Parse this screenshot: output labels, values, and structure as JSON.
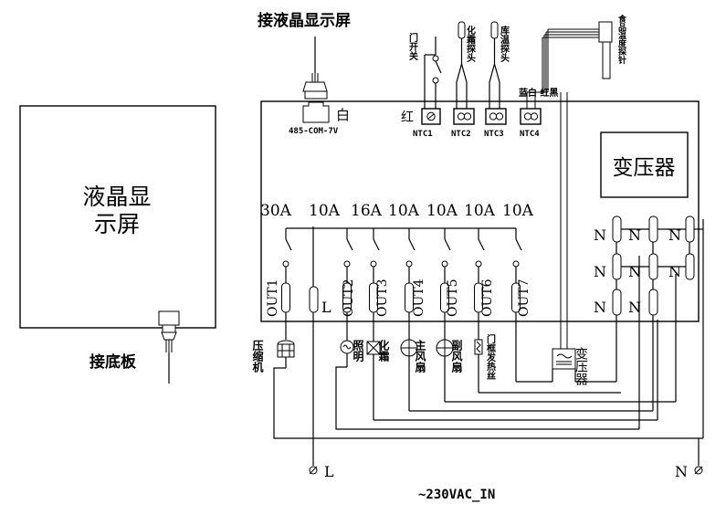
{
  "labels": {
    "lcd_connect": "接液晶显示屏",
    "lcd_line1": "液晶显",
    "lcd_line2": "示屏",
    "board_connect": "接底板",
    "com_port": "485-COM-7V",
    "white_wire": "白",
    "red_wire": "红",
    "door_switch": "门开关",
    "defrost_probe": "化霜探头",
    "room_probe": "库温探头",
    "food_probe": "食品温度探针",
    "ntc4_wires": "蓝白 红黑",
    "transformer_box": "变压器",
    "transformer_load": "变压器",
    "mains": "~230VAC_IN",
    "L_term": "L",
    "N_term": "N",
    "L_inner": "L"
  },
  "ntc": [
    "NTC1",
    "NTC2",
    "NTC3",
    "NTC4"
  ],
  "ratings": [
    "30A",
    "10A",
    "16A",
    "10A",
    "10A",
    "10A",
    "10A"
  ],
  "outputs": [
    "OUT1",
    "OUT2",
    "OUT3",
    "OUT4",
    "OUT5",
    "OUT6",
    "OUT7"
  ],
  "n_labels": [
    "N",
    "N",
    "N",
    "N",
    "N",
    "N",
    "N",
    "N"
  ],
  "loads": {
    "compressor": "压缩机",
    "lighting": "照明",
    "defrost": "化霜",
    "main_fan": "主风扇",
    "aux_fan": "副风扇",
    "door_heater": "门框发热丝"
  }
}
